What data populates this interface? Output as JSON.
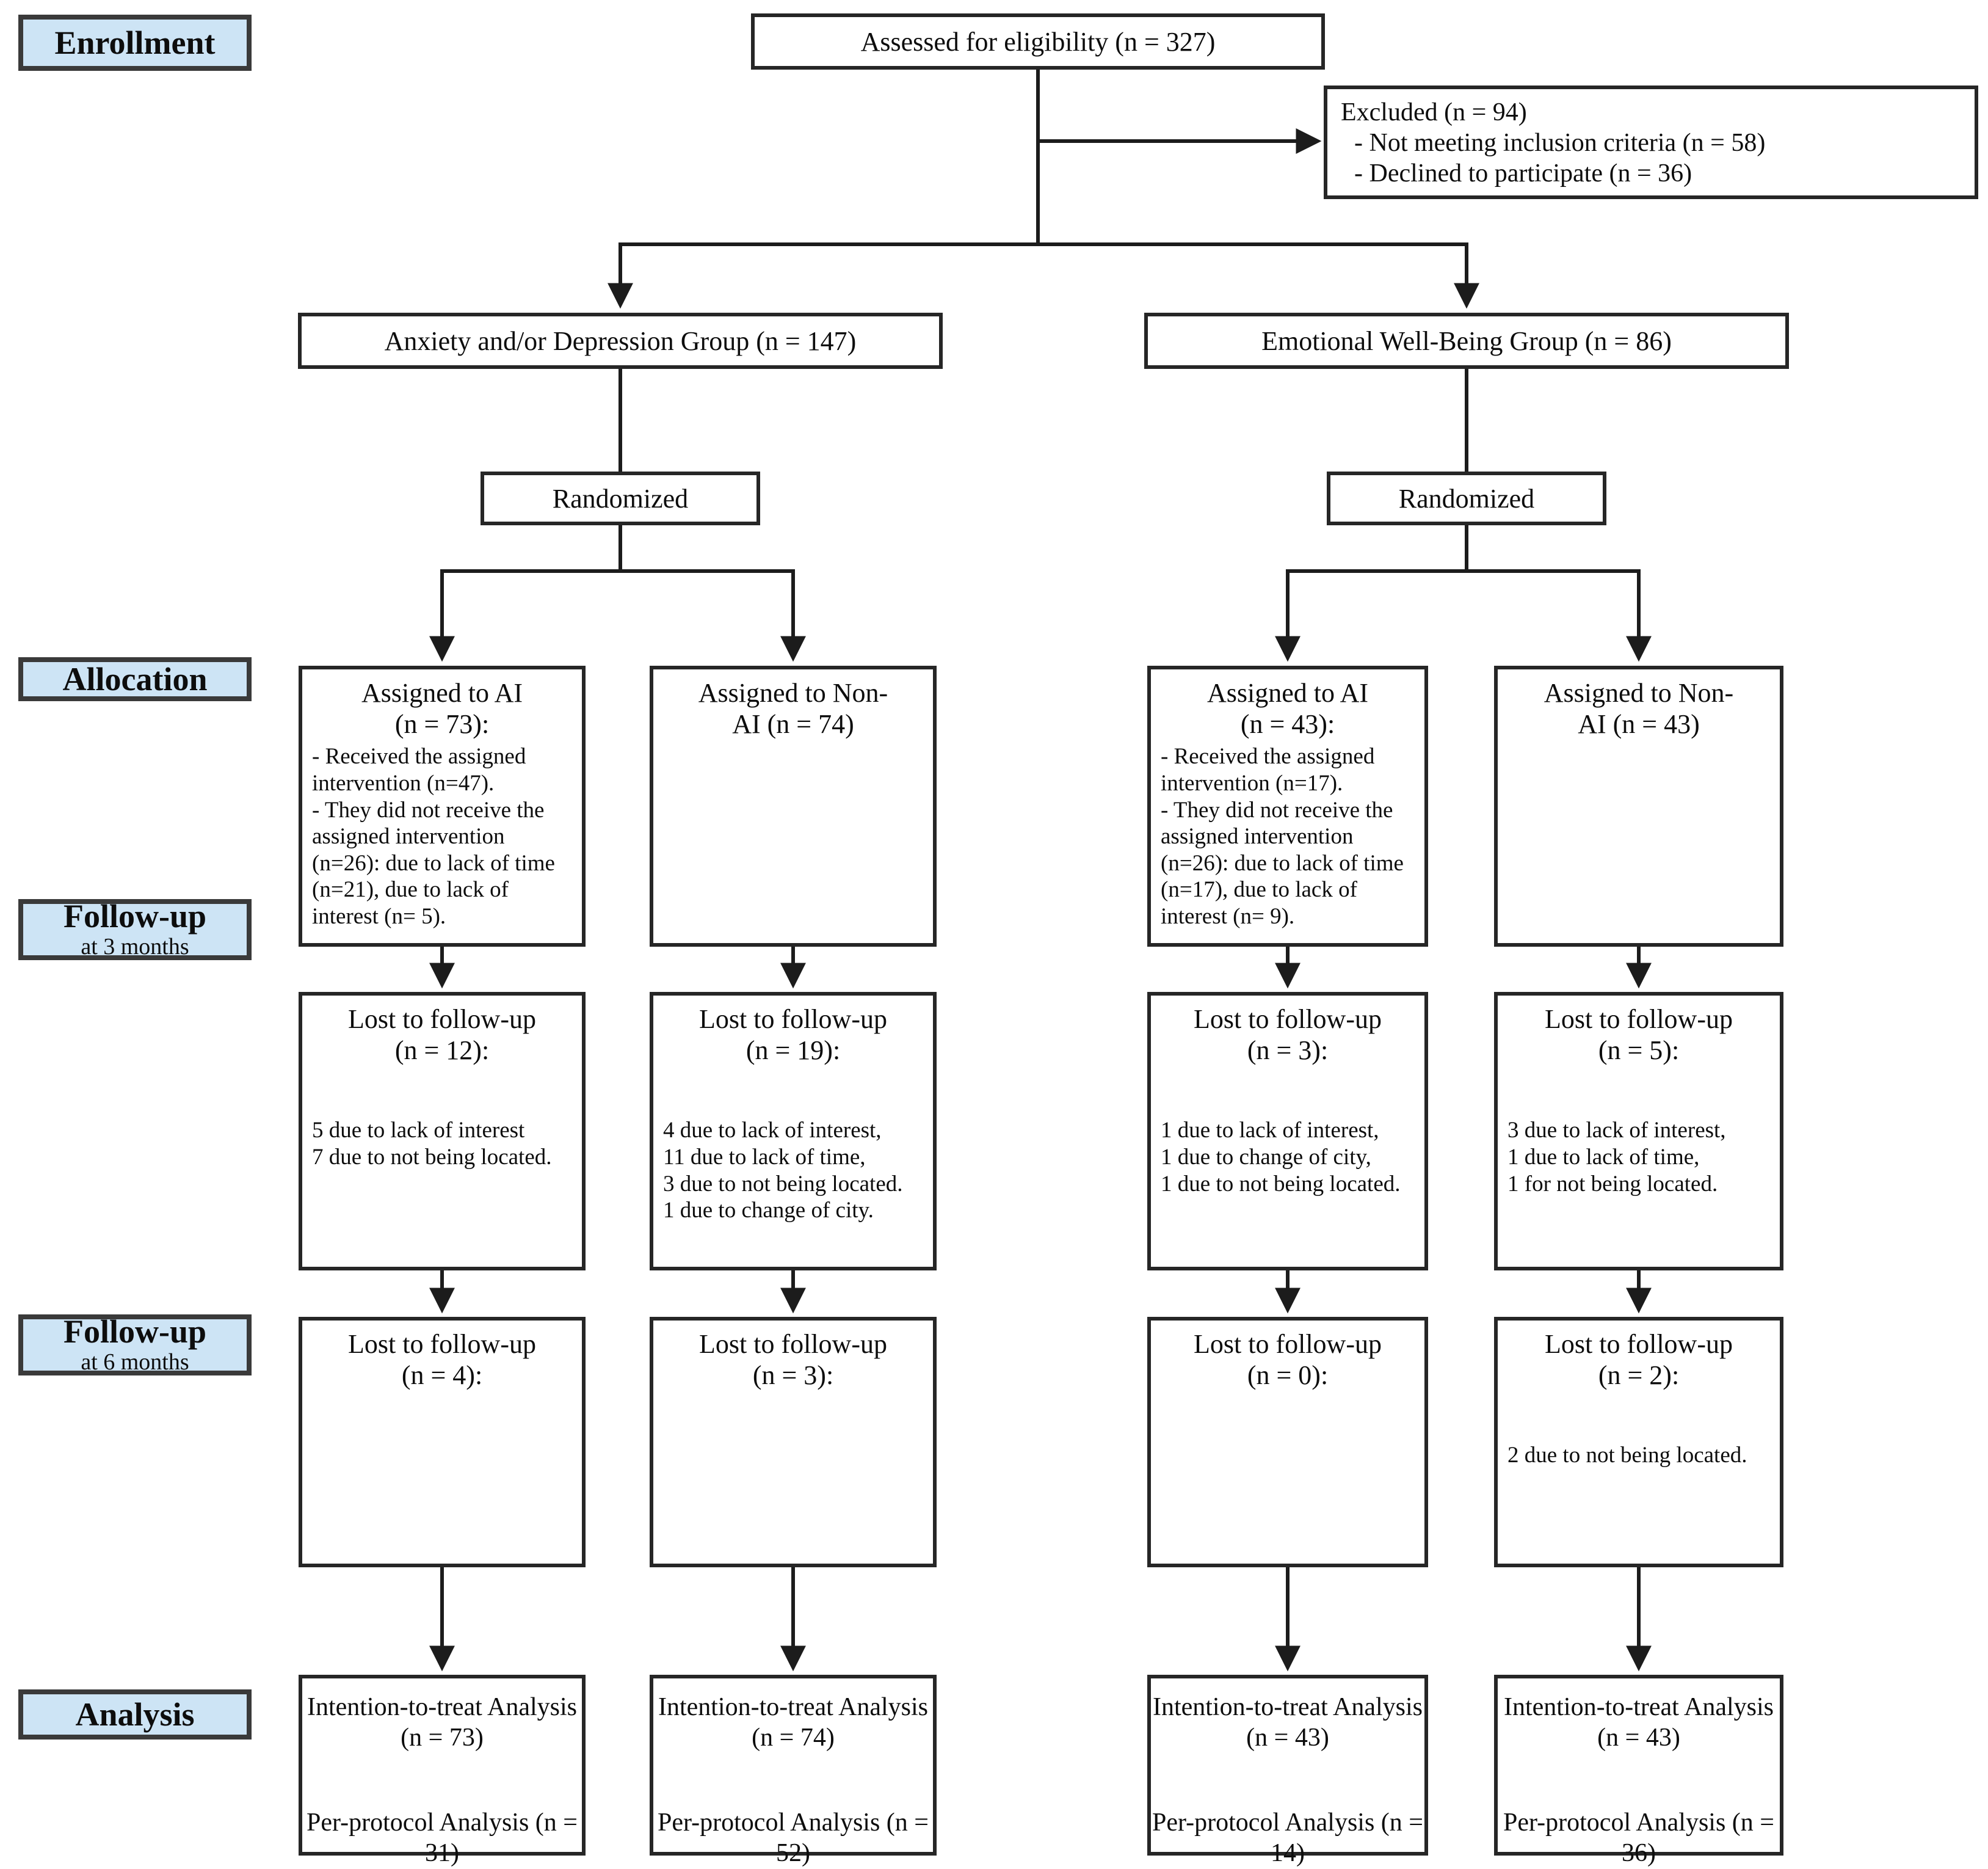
{
  "diagram": {
    "section_labels": {
      "enrollment": "Enrollment",
      "allocation": "Allocation",
      "followup3": {
        "title": "Follow-up",
        "subtitle": "at 3 months"
      },
      "followup6": {
        "title": "Follow-up",
        "subtitle": "at 6 months"
      },
      "analysis": "Analysis"
    },
    "enrollment": {
      "assessed": "Assessed for eligibility (n = 327)",
      "excluded": {
        "title": "Excluded (n = 94)",
        "reasons": [
          "- Not meeting inclusion criteria (n = 58)",
          "- Declined to participate (n = 36)"
        ]
      }
    },
    "groups": {
      "left": {
        "label": "Anxiety and/or Depression  Group (n = 147)",
        "randomized": "Randomized"
      },
      "right": {
        "label": "Emotional Well-Being Group (n = 86)",
        "randomized": "Randomized"
      }
    },
    "allocation": {
      "boxes": [
        {
          "title": "Assigned to AI\n(n = 73):",
          "body": "- Received the assigned intervention (n=47).\n- They did not receive the assigned intervention (n=26): due to lack of time (n=21), due to lack of interest (n= 5)."
        },
        {
          "title": "Assigned to Non-\nAI (n = 74)",
          "body": ""
        },
        {
          "title": "Assigned to AI\n(n = 43):",
          "body": "- Received the assigned intervention (n=17).\n- They did not receive the assigned intervention (n=26): due to lack of time (n=17), due to lack of interest (n= 9)."
        },
        {
          "title": "Assigned to Non-\nAI (n = 43)",
          "body": ""
        }
      ]
    },
    "followup3": {
      "boxes": [
        {
          "title": "Lost to follow-up\n(n = 12):",
          "body": "5 due to lack of interest\n7 due to not being located."
        },
        {
          "title": "Lost to follow-up\n(n = 19):",
          "body": "4 due to lack of interest,\n11 due to lack of time,\n3 due to not being located.\n1 due to change of city."
        },
        {
          "title": "Lost to follow-up\n(n = 3):",
          "body": "1 due to lack of interest,\n1 due to change of city,\n1 due to not being located."
        },
        {
          "title": "Lost to follow-up\n(n = 5):",
          "body": "3 due to lack of interest,\n1 due to lack of time,\n1 for not being located."
        }
      ]
    },
    "followup6": {
      "boxes": [
        {
          "title": "Lost to follow-up\n(n = 4):",
          "body": ""
        },
        {
          "title": "Lost to follow-up\n(n = 3):",
          "body": ""
        },
        {
          "title": "Lost to follow-up\n(n = 0):",
          "body": ""
        },
        {
          "title": "Lost to follow-up\n(n = 2):",
          "body": "2 due to not being located."
        }
      ]
    },
    "analysis": {
      "boxes": [
        {
          "itt": "Intention-to-treat Analysis (n = 73)",
          "pp": "Per-protocol Analysis (n = 31)"
        },
        {
          "itt": "Intention-to-treat Analysis (n = 74)",
          "pp": "Per-protocol Analysis (n = 52)"
        },
        {
          "itt": "Intention-to-treat Analysis (n = 43)",
          "pp": "Per-protocol Analysis (n = 14)"
        },
        {
          "itt": "Intention-to-treat Analysis (n = 43)",
          "pp": "Per-protocol Analysis (n = 36)"
        }
      ]
    },
    "colors": {
      "label_bg": "#cde4f5",
      "border": "#262626",
      "line": "#1c1c1c"
    }
  }
}
